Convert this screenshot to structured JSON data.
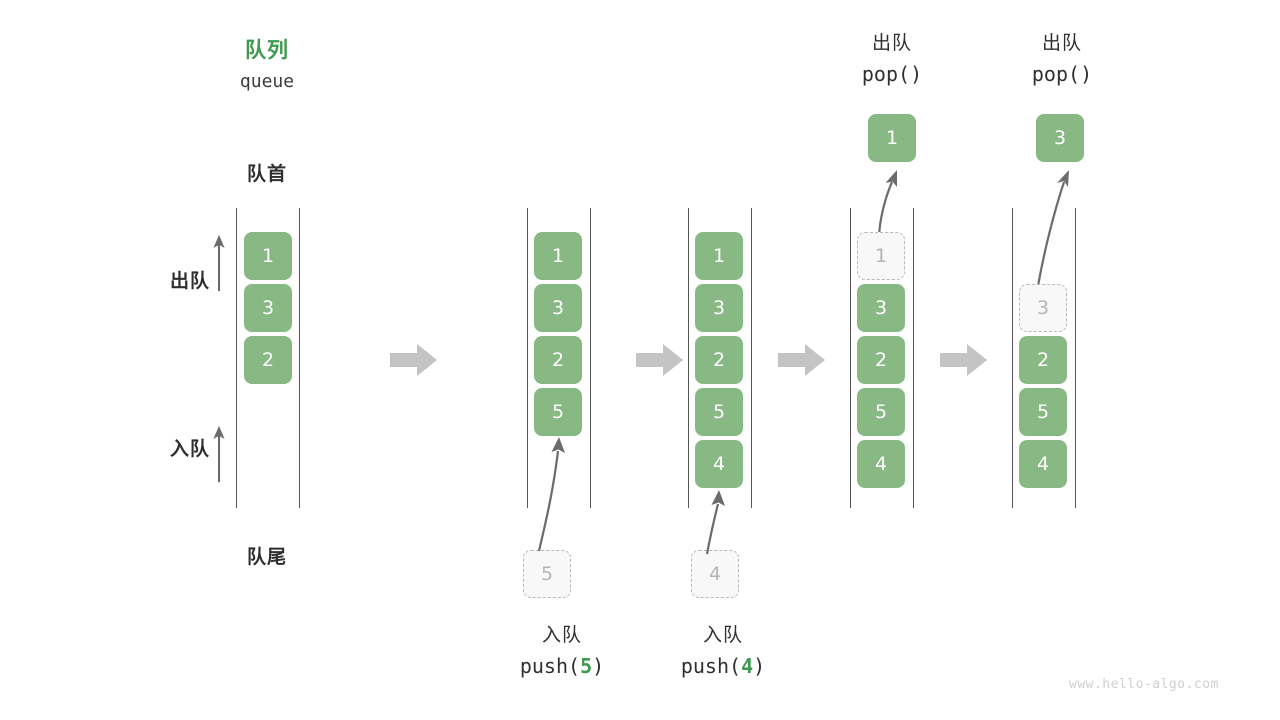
{
  "header": {
    "title_cn": "队列",
    "title_en": "queue",
    "front_label": "队首",
    "rear_label": "队尾"
  },
  "side_labels": {
    "dequeue": "出队",
    "enqueue": "入队"
  },
  "colors": {
    "box_fill": "#88b884",
    "box_text": "#ffffff",
    "ghost_fill": "#f8f8f8",
    "ghost_border": "#b9b9b9",
    "ghost_text": "#b5b5b5",
    "accent_green": "#3e9a4e",
    "rail": "#555555",
    "arrow_gray": "#c4c4c4",
    "thin_arrow": "#6b6b6b",
    "text": "#2f2f2f",
    "watermark": "#cfcfcf"
  },
  "columns": [
    {
      "id": "initial",
      "caption_cn": "",
      "caption_code_prefix": "",
      "caption_code_arg": "",
      "caption_code_suffix": "",
      "items": [
        "1",
        "3",
        "2"
      ],
      "ghost_index": -1,
      "ghost_value": "",
      "input_ghost": "",
      "output_value": ""
    },
    {
      "id": "push-5",
      "caption_cn": "入队",
      "caption_code_prefix": "push(",
      "caption_code_arg": "5",
      "caption_code_suffix": ")",
      "items": [
        "1",
        "3",
        "2",
        "5"
      ],
      "ghost_index": -1,
      "ghost_value": "",
      "input_ghost": "5",
      "output_value": ""
    },
    {
      "id": "push-4",
      "caption_cn": "入队",
      "caption_code_prefix": "push(",
      "caption_code_arg": "4",
      "caption_code_suffix": ")",
      "items": [
        "1",
        "3",
        "2",
        "5",
        "4"
      ],
      "ghost_index": -1,
      "ghost_value": "",
      "input_ghost": "4",
      "output_value": ""
    },
    {
      "id": "pop-1",
      "caption_cn": "出队",
      "caption_code_prefix": "pop(",
      "caption_code_arg": "",
      "caption_code_suffix": ")",
      "items": [
        "1",
        "3",
        "2",
        "5",
        "4"
      ],
      "ghost_index": 0,
      "ghost_value": "1",
      "input_ghost": "",
      "output_value": "1"
    },
    {
      "id": "pop-3",
      "caption_cn": "出队",
      "caption_code_prefix": "pop(",
      "caption_code_arg": "",
      "caption_code_suffix": ")",
      "items": [
        "3",
        "2",
        "5",
        "4"
      ],
      "ghost_index": 0,
      "ghost_value": "3",
      "input_ghost": "",
      "output_value": "3"
    }
  ],
  "step_arrows": [
    "step-arrow-1",
    "step-arrow-2",
    "step-arrow-3",
    "step-arrow-4"
  ],
  "watermark": "www.hello-algo.com"
}
